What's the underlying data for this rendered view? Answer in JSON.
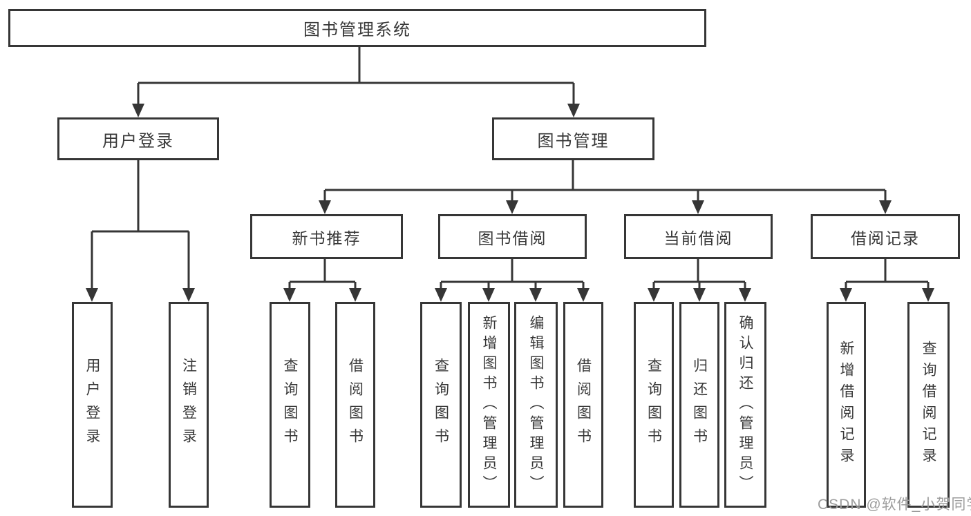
{
  "colors": {
    "line": "#363636",
    "border": "#363636",
    "text": "#383838",
    "background": "#ffffff",
    "watermark": "#9c9c9c"
  },
  "nodes": {
    "root": "图书管理系统",
    "user_branch": {
      "label": "用户登录",
      "children": [
        "用户登录",
        "注销登录"
      ]
    },
    "book_branch": {
      "label": "图书管理",
      "groups": [
        {
          "label": "新书推荐",
          "children": [
            "查询图书",
            "借阅图书"
          ]
        },
        {
          "label": "图书借阅",
          "children": [
            "查询图书",
            "新增图书（管理员）",
            "编辑图书（管理员）",
            "借阅图书"
          ]
        },
        {
          "label": "当前借阅",
          "children": [
            "查询图书",
            "归还图书",
            "确认归还（管理员）"
          ]
        },
        {
          "label": "借阅记录",
          "children": [
            "新增借阅记录",
            "查询借阅记录"
          ]
        }
      ]
    }
  },
  "watermark": "CSDN @软件_小贺同学"
}
